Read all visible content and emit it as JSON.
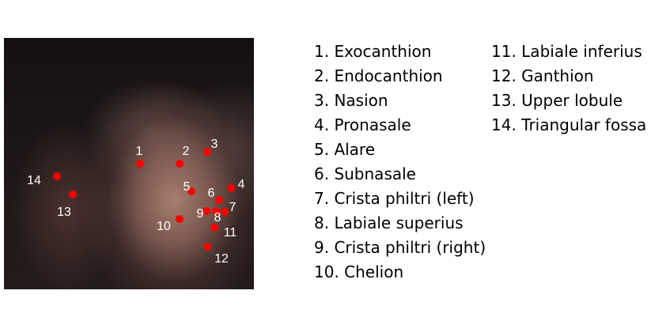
{
  "colors": {
    "marker": "#ff0000",
    "label": "#ffffff",
    "text": "#000000"
  },
  "landmarks": [
    {
      "num": "1",
      "name": "Exocanthion"
    },
    {
      "num": "2",
      "name": "Endocanthion"
    },
    {
      "num": "3",
      "name": "Nasion"
    },
    {
      "num": "4",
      "name": "Pronasale"
    },
    {
      "num": "5",
      "name": "Alare"
    },
    {
      "num": "6",
      "name": "Subnasale"
    },
    {
      "num": "7",
      "name": "Crista philtri (left)"
    },
    {
      "num": "8",
      "name": "Labiale superius"
    },
    {
      "num": "9",
      "name": "Crista philtri (right)"
    },
    {
      "num": "10",
      "name": "Chelion"
    },
    {
      "num": "11",
      "name": "Labiale inferius"
    },
    {
      "num": "12",
      "name": "Ganthion"
    },
    {
      "num": "13",
      "name": "Upper lobule"
    },
    {
      "num": "14",
      "name": "Triangular fossa"
    }
  ],
  "legend": [
    "1. Exocanthion",
    "2. Endocanthion",
    "3. Nasion",
    "4. Pronasale",
    "5. Alare",
    "6. Subnasale",
    "7. Crista philtri (left)",
    "8. Labiale superius",
    "9. Crista philtri (right)",
    "10. Chelion",
    "11. Labiale inferius",
    "12. Ganthion",
    "13. Upper lobule",
    "14. Triangular fossa"
  ]
}
